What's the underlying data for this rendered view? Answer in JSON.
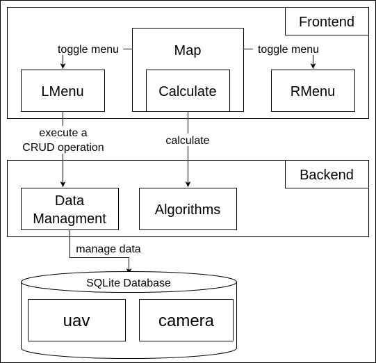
{
  "frontend": {
    "label": "Frontend",
    "map_label": "Map",
    "calculate_label": "Calculate",
    "lmenu_label": "LMenu",
    "rmenu_label": "RMenu",
    "edge_left_label": "toggle menu",
    "edge_right_label": "toggle menu"
  },
  "links": {
    "crud_line1": "execute a",
    "crud_line2": "CRUD operation",
    "calculate": "calculate",
    "manage": "manage data"
  },
  "backend": {
    "label": "Backend",
    "data_line1": "Data",
    "data_line2": "Managment",
    "algorithms_label": "Algorithms"
  },
  "database": {
    "label": "SQLite Database",
    "tables": [
      "uav",
      "camera"
    ]
  }
}
